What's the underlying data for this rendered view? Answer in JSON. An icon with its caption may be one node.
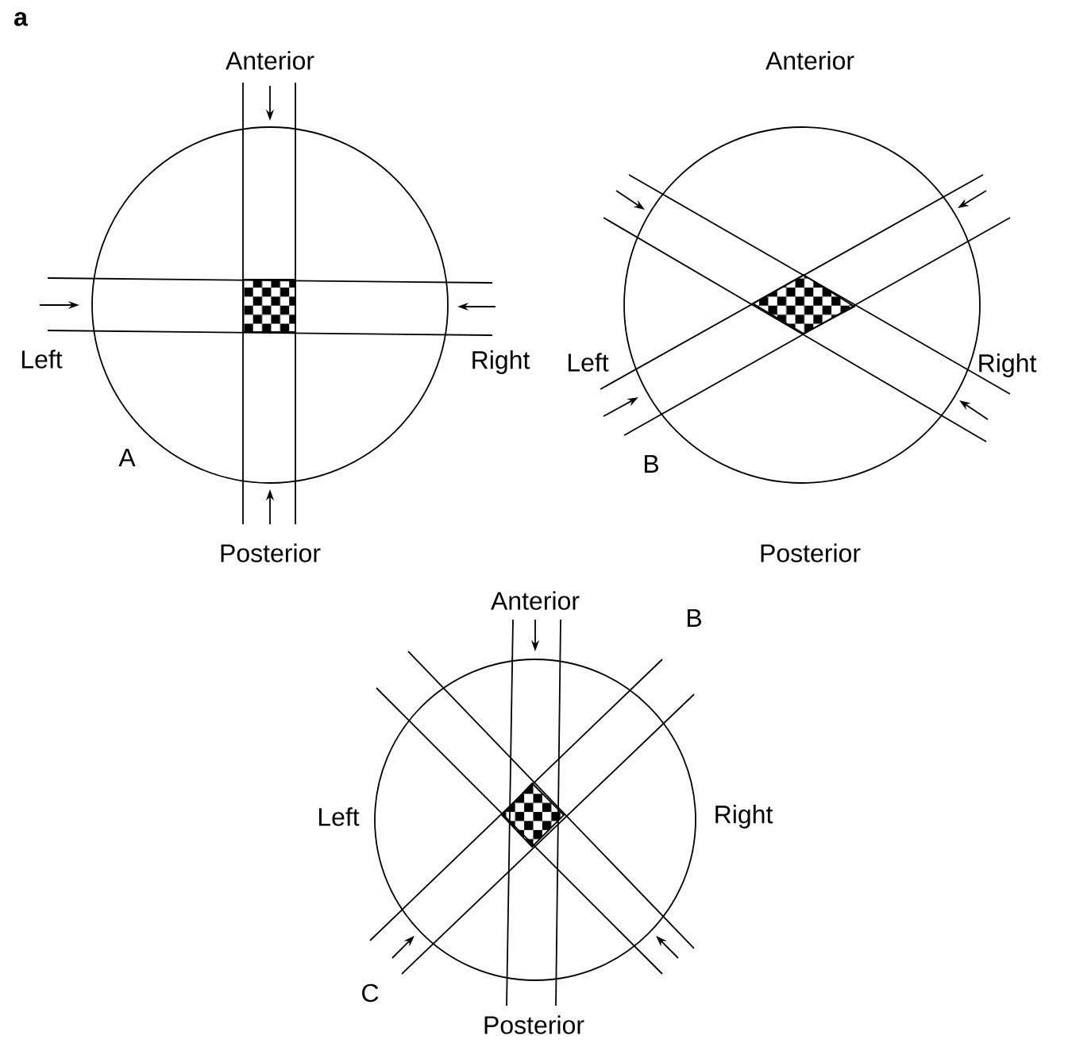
{
  "diagram": {
    "labels": [
      "a",
      "Anterior",
      "Anterior",
      "Left",
      "Right",
      "Left",
      "Right",
      "A",
      "B",
      "Posterior",
      "Posterior",
      "Anterior",
      "B",
      "Left",
      "Right",
      "C",
      "Posterior"
    ]
  }
}
